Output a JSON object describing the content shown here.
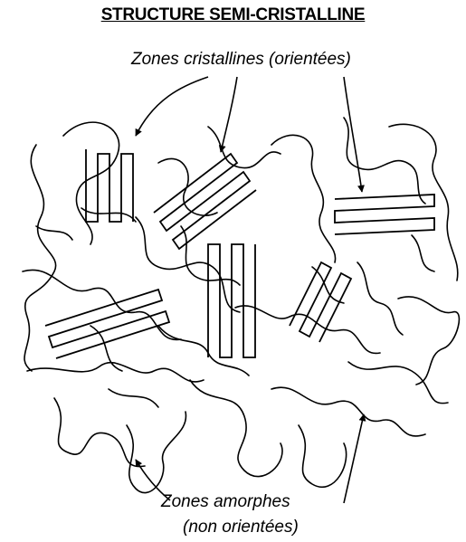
{
  "title": "STRUCTURE SEMI-CRISTALLINE",
  "labels": {
    "crystalline": "Zones cristallines (orientées)",
    "amorphous_line1": "Zones amorphes",
    "amorphous_line2": "(non orientées)"
  },
  "colors": {
    "ink": "#000000",
    "background": "#ffffff"
  }
}
